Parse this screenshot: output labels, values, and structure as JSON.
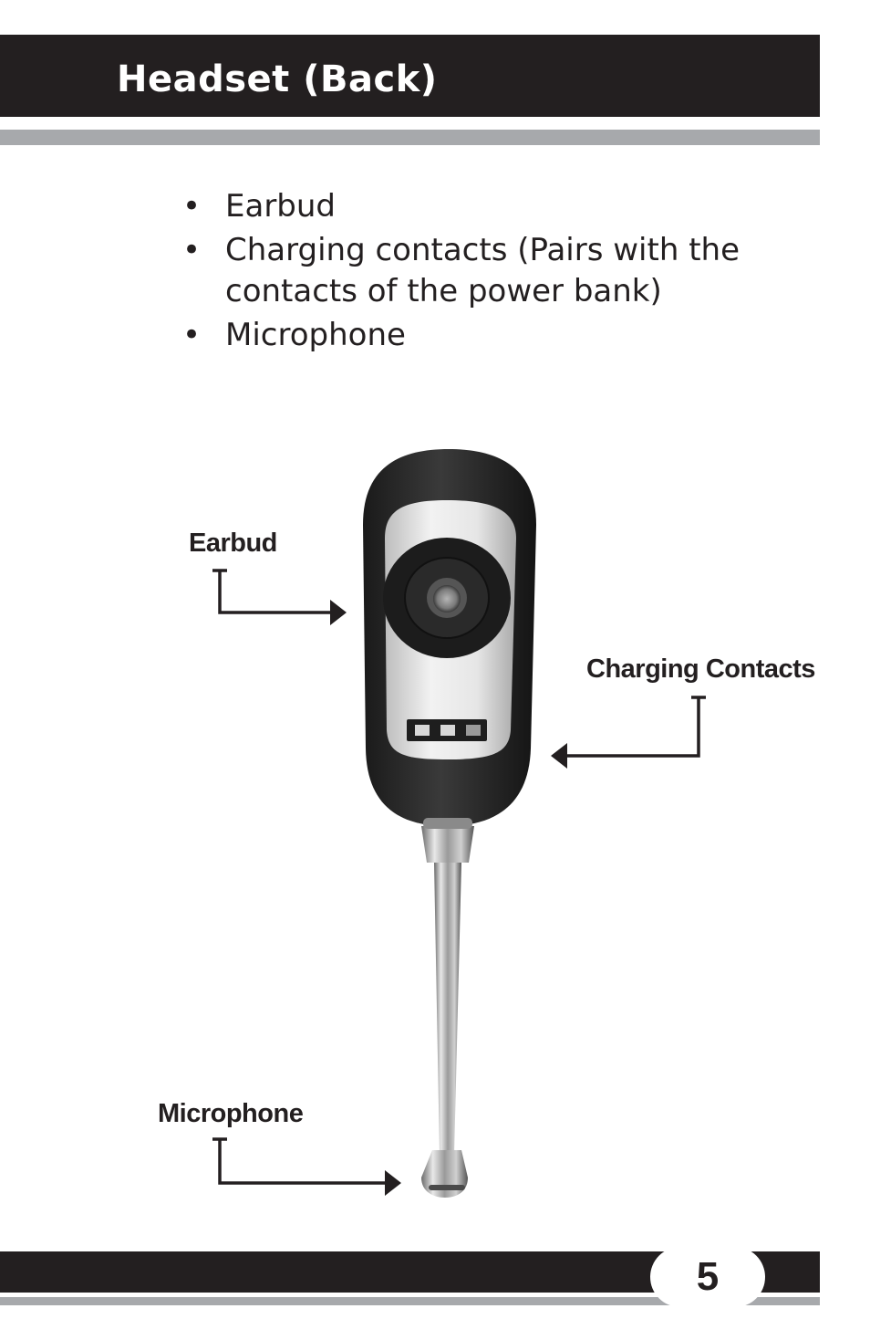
{
  "header": {
    "title": "Headset (Back)"
  },
  "bullets": [
    {
      "marker": "•",
      "text": "Earbud"
    },
    {
      "marker": "•",
      "text": "Charging contacts (Pairs with the contacts of the power bank)"
    },
    {
      "marker": "•",
      "text": "Microphone"
    }
  ],
  "figure": {
    "callouts": {
      "earbud": "Earbud",
      "charging_contacts": "Charging Contacts",
      "microphone": "Microphone"
    }
  },
  "footer": {
    "page_number": "5"
  },
  "colors": {
    "dark": "#231f20",
    "gray_stripe": "#a7a9ac"
  }
}
